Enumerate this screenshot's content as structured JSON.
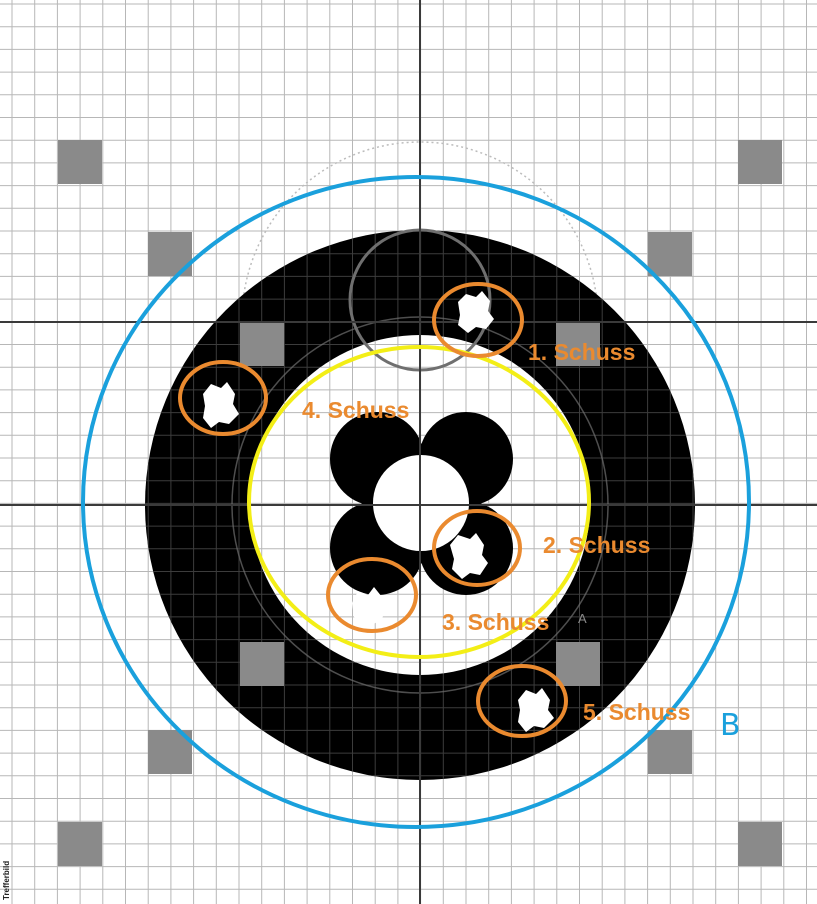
{
  "colors": {
    "grid_line": "#b7b7b7",
    "axis_line": "#3a3a3a",
    "target_black": "#000000",
    "grey_square": "#8a8a8a",
    "annotation_orange": "#ea8a2f",
    "ring_blue": "#1aa0dc",
    "ring_yellow": "#f3ee16"
  },
  "icons": {
    "shot_hole": "bullet-hole",
    "marker": "orange-circle"
  },
  "labels": {
    "shot1": "1. Schuss",
    "shot2": "2. Schuss",
    "shot3": "3. Schuss",
    "shot4": "4. Schuss",
    "shot5": "5. Schuss",
    "ring_b": "B",
    "mark_a": "A",
    "mark_b": "B"
  },
  "edge_text": "Trefferbild"
}
